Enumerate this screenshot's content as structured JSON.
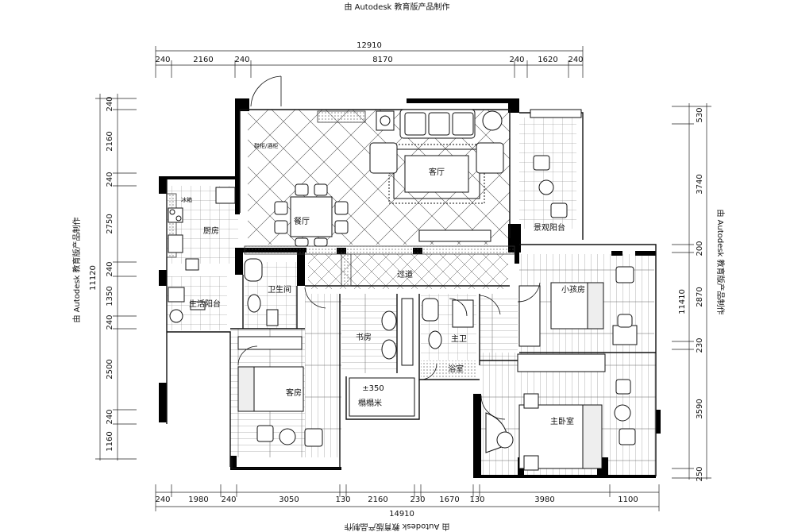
{
  "watermarks": {
    "top": "由 Autodesk 教育版产品制作",
    "bottom": "由 Autodesk 教育版产品制作",
    "left": "由 Autodesk 教育版产品制作",
    "right": "由 Autodesk 教育版产品制作"
  },
  "dimensions": {
    "top_total": "12910",
    "top_segments": [
      "240",
      "2160",
      "240",
      "8170",
      "240",
      "1620",
      "240"
    ],
    "bottom_total": "14910",
    "bottom_segments": [
      "240",
      "1980",
      "240",
      "3050",
      "130",
      "2160",
      "230",
      "1670",
      "130",
      "3980",
      "1100"
    ],
    "left_total": "11120",
    "left_segments": [
      "240",
      "2160",
      "240",
      "2750",
      "240",
      "1350",
      "240",
      "2500",
      "240",
      "1160"
    ],
    "right_total": "11410",
    "right_segments": [
      "530",
      "3740",
      "200",
      "2870",
      "230",
      "3590",
      "250"
    ]
  },
  "rooms": {
    "living": "客厅",
    "dining": "餐厅",
    "kitchen": "厨房",
    "balcony_view": "景观阳台",
    "corridor": "过道",
    "kids_room": "小孩房",
    "public_wc": "卫生间",
    "utility_balcony": "生活阳台",
    "study": "书房",
    "master_bath": "主卫",
    "shower": "浴室",
    "guest_room": "客房",
    "master_bedroom": "主卧室",
    "tatami": "榻榻米",
    "tatami_height": "±350"
  },
  "labels": {
    "fridge": "冰箱",
    "wine_cabinet": "鞋柜/酒柜"
  }
}
